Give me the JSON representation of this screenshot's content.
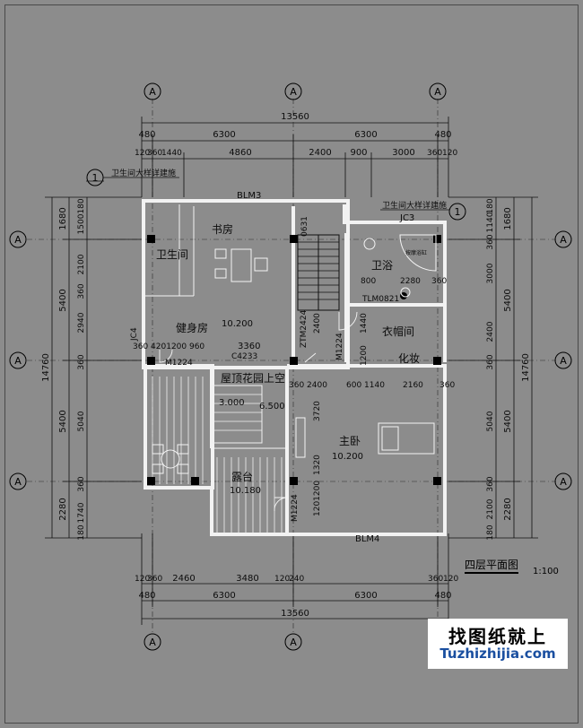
{
  "axis_marker": "A",
  "dims_top": {
    "total": "13560",
    "row1": [
      "480",
      "6300",
      "6300",
      "480"
    ],
    "row2": [
      "120",
      "360",
      "1440",
      "4860",
      "2400",
      "900",
      "3000",
      "360",
      "120"
    ]
  },
  "dims_bottom": {
    "total": "13560",
    "row1": [
      "480",
      "6300",
      "6300",
      "480"
    ],
    "row2": [
      "120",
      "360",
      "2460",
      "3480",
      "120",
      "240",
      "360",
      "120"
    ]
  },
  "dims_left": {
    "total": "14760",
    "outer": [
      "1680",
      "5400",
      "5400",
      "2280"
    ],
    "inner": [
      "180",
      "1500",
      "2100",
      "360",
      "2940",
      "360",
      "5040",
      "360",
      "1740",
      "180"
    ]
  },
  "dims_right": {
    "total": "14760",
    "outer": [
      "1680",
      "5400",
      "5400",
      "2280"
    ],
    "inner": [
      "180",
      "1140",
      "360",
      "3000",
      "2400",
      "360",
      "5040",
      "360",
      "2100",
      "180"
    ]
  },
  "notes": {
    "left_callout": "卫生间大样详建施",
    "right_callout": "卫生间大样详建施",
    "callout_number": "1"
  },
  "rooms": {
    "study": "书房",
    "wc_left": "卫生间",
    "gym": "健身房",
    "gym_elev": "10.200",
    "bath": "卫浴",
    "closet": "衣帽间",
    "makeup": "化妆",
    "roof_garden": "屋顶花园上空",
    "elev_3000": "3.000",
    "elev_6500": "6.500",
    "master": "主卧",
    "master_elev": "10.200",
    "balcony": "露台",
    "balcony_elev": "10.180"
  },
  "labels": {
    "blm3": "BLM3",
    "blm4": "BLM4",
    "jc3": "JC3",
    "jc4": "JC4",
    "c4233": "C4233",
    "m1224_a": "M1224",
    "m1224_b": "M1224",
    "m1224_c": "M1224",
    "tlm0821": "TLM0821",
    "ztm2424": "ZTM2424",
    "d_0631": "0631",
    "d_360_4201200_960": "360 4201200 960",
    "d_3360": "3360",
    "d_360_2400": "360 2400",
    "d_600_1140": "600 1140",
    "d_2160": "2160",
    "d_360": "360",
    "d_3720": "3720",
    "d_1320": "1320",
    "d_1201": "1201200",
    "d_2400v": "2400",
    "d_1440": "1440",
    "d_1200v": "1200",
    "d_800": "800",
    "d_2280": "2280",
    "d_360b": "360",
    "bathtub": "按摩浴缸"
  },
  "sheet": {
    "title": "四层平面图",
    "scale": "1:100"
  },
  "watermark": {
    "title": "找图纸就上",
    "url": "Tuzhizhijia.com"
  }
}
